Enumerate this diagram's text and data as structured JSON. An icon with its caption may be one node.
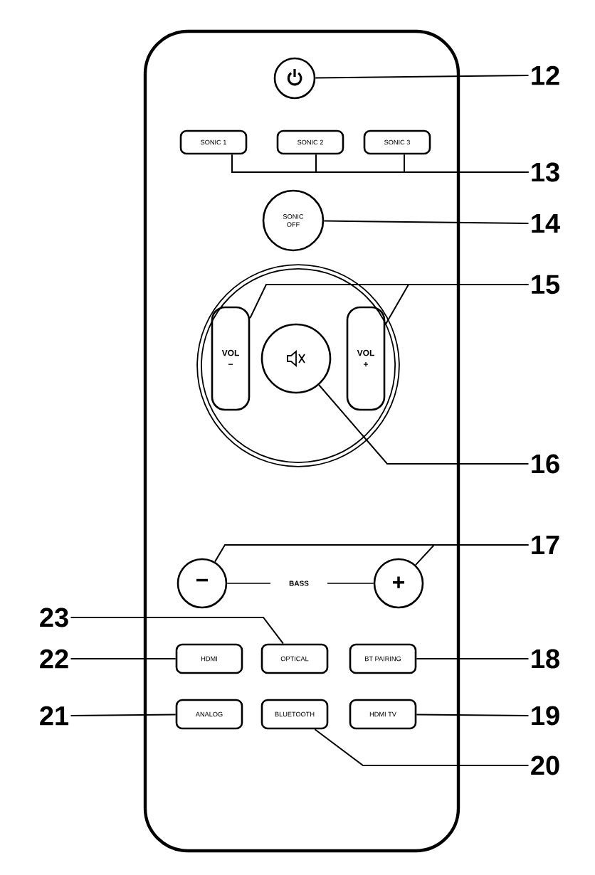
{
  "diagram": {
    "nodes": [
      {
        "text": [],
        "shape": "box"
      },
      {
        "text": [],
        "shape": "circle",
        "in": 0
      },
      {
        "text": [
          "SONIC 1"
        ],
        "in": 0
      },
      {
        "text": [
          "SONIC 2"
        ],
        "in": 0
      },
      {
        "text": [
          "SONIC 3"
        ],
        "in": 0
      },
      {
        "text": [
          "SONIC OFF"
        ],
        "in": 0
      },
      {
        "text": [],
        "shape": "circle",
        "in": 0
      },
      {
        "text": [
          "VOL",
          "−"
        ],
        "in": 6
      },
      {
        "text": [
          "VOL",
          "+"
        ],
        "in": 6
      },
      {
        "text": [],
        "shape": "circle",
        "in": 6
      },
      {
        "text": [
          "−"
        ],
        "in": 0
      },
      {
        "text": [
          "+"
        ],
        "in": 0
      },
      {
        "text": [
          "HDMI"
        ],
        "in": 0
      },
      {
        "text": [
          "OPTICAL"
        ],
        "in": 0
      },
      {
        "text": [
          "BT PAIRING"
        ],
        "in": 0
      },
      {
        "text": [
          "ANALOG"
        ],
        "in": 0
      },
      {
        "text": [
          "BLUETOOTH"
        ],
        "in": 0
      },
      {
        "text": [
          "HDMI TV"
        ],
        "in": 0
      },
      {
        "text": [
          "12"
        ]
      },
      {
        "text": [
          "13"
        ]
      },
      {
        "text": [
          "14"
        ]
      },
      {
        "text": [
          "15"
        ]
      },
      {
        "text": [
          "16"
        ]
      },
      {
        "text": [
          "17"
        ]
      },
      {
        "text": [
          "18"
        ]
      },
      {
        "text": [
          "19"
        ]
      },
      {
        "text": [
          "20"
        ]
      },
      {
        "text": [
          "21"
        ]
      },
      {
        "text": [
          "22"
        ]
      },
      {
        "text": [
          "23"
        ]
      }
    ],
    "edges": [
      {
        "from": 18,
        "to": 1,
        "arrow": "none"
      },
      {
        "from": 19,
        "to": 2,
        "arrow": "none"
      },
      {
        "from": 19,
        "to": 3,
        "arrow": "none"
      },
      {
        "from": 19,
        "to": 4,
        "arrow": "none"
      },
      {
        "from": 20,
        "to": 5,
        "arrow": "none"
      },
      {
        "from": 21,
        "to": 7,
        "arrow": "none"
      },
      {
        "from": 21,
        "to": 8,
        "arrow": "none"
      },
      {
        "from": 22,
        "to": 9,
        "arrow": "none"
      },
      {
        "from": 23,
        "to": 10,
        "arrow": "none"
      },
      {
        "from": 23,
        "to": 11,
        "arrow": "none"
      },
      {
        "from": 24,
        "to": 14,
        "arrow": "none"
      },
      {
        "from": 25,
        "to": 17,
        "arrow": "none"
      },
      {
        "from": 26,
        "to": 16,
        "arrow": "none"
      },
      {
        "from": 27,
        "to": 15,
        "arrow": "none"
      },
      {
        "from": 28,
        "to": 12,
        "arrow": "none"
      },
      {
        "from": 29,
        "to": 13,
        "arrow": "none"
      }
    ],
    "labels": [
      "BASS"
    ]
  }
}
